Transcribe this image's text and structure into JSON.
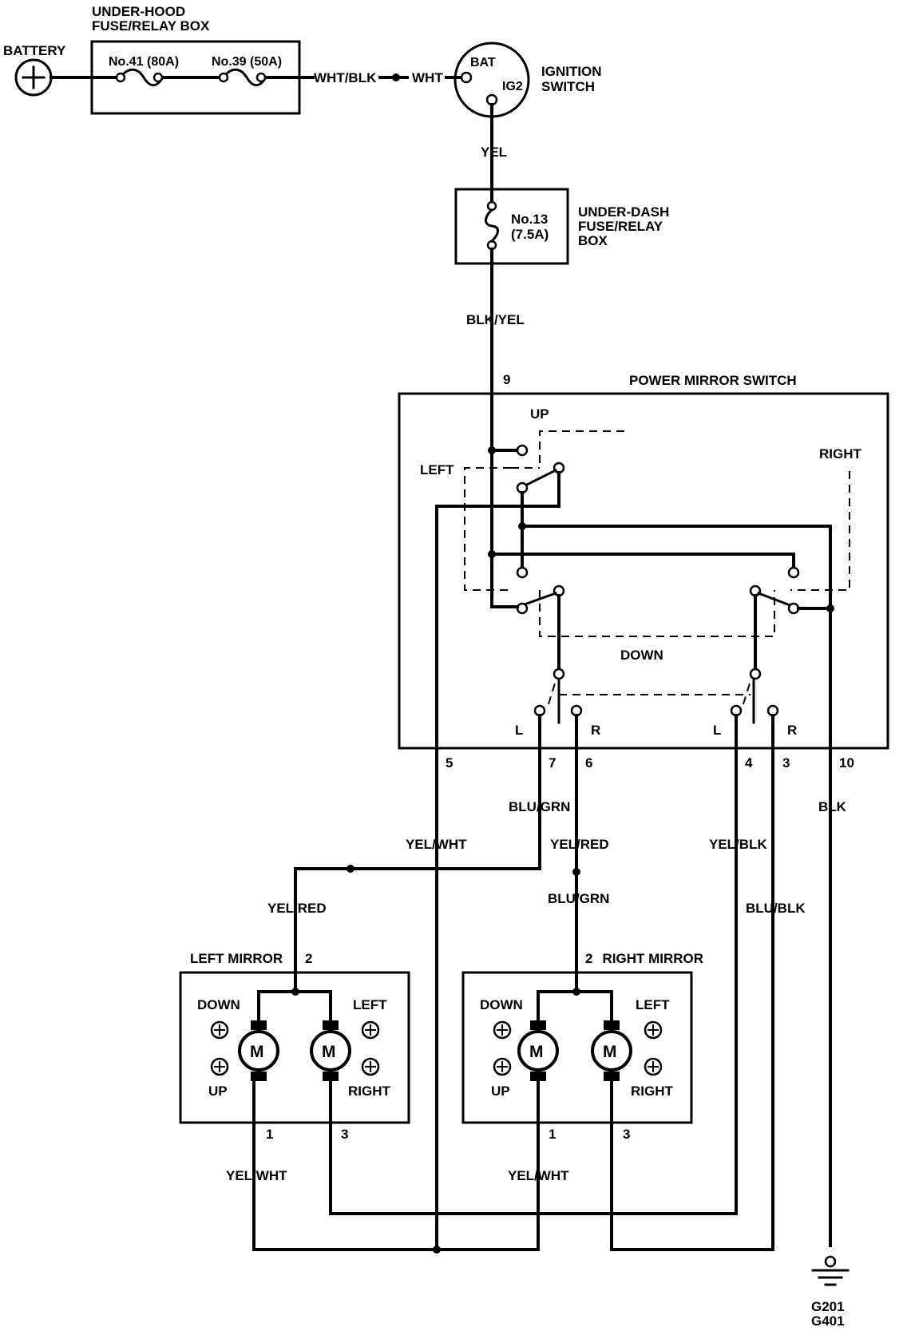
{
  "battery": {
    "label": "BATTERY"
  },
  "under_hood_box": {
    "line1": "UNDER-HOOD",
    "line2": "FUSE/RELAY BOX",
    "fuse_a": "No.41 (80A)",
    "fuse_b": "No.39 (50A)"
  },
  "ignition_switch": {
    "line1": "IGNITION",
    "line2": "SWITCH",
    "bat": "BAT",
    "ig2": "IG2"
  },
  "under_dash_box": {
    "line1": "UNDER-DASH",
    "line2": "FUSE/RELAY",
    "line3": "BOX",
    "fuse": "No.13",
    "fuse_rating": "(7.5A)"
  },
  "switch": {
    "title": "POWER MIRROR SWITCH",
    "up": "UP",
    "down": "DOWN",
    "left": "LEFT",
    "right": "RIGHT",
    "l1": "L",
    "r1": "R",
    "l2": "L",
    "r2": "R",
    "pins": {
      "p9": "9",
      "p5": "5",
      "p7": "7",
      "p6": "6",
      "p4": "4",
      "p3": "3",
      "p10": "10"
    }
  },
  "wires": {
    "wht_blk": "WHT/BLK",
    "wht": "WHT",
    "yel": "YEL",
    "blk_yel": "BLK/YEL",
    "blu_grn_top": "BLU/GRN",
    "yel_wht_top": "YEL/WHT",
    "yel_red_mid": "YEL/RED",
    "yel_red_left": "YEL/RED",
    "blu_grn_mid": "BLU/GRN",
    "yel_blk": "YEL/BLK",
    "blu_blk": "BLU/BLK",
    "blk": "BLK",
    "yel_wht_left": "YEL/WHT",
    "yel_wht_right": "YEL/WHT"
  },
  "left_mirror": {
    "title": "LEFT MIRROR",
    "pin2": "2",
    "pin1": "1",
    "pin3": "3",
    "down": "DOWN",
    "up": "UP",
    "left": "LEFT",
    "right": "RIGHT",
    "motor": "M"
  },
  "right_mirror": {
    "title": "RIGHT MIRROR",
    "pin2": "2",
    "pin1": "1",
    "pin3": "3",
    "down": "DOWN",
    "up": "UP",
    "left": "LEFT",
    "right": "RIGHT",
    "motor": "M"
  },
  "ground": {
    "g1": "G201",
    "g2": "G401"
  }
}
